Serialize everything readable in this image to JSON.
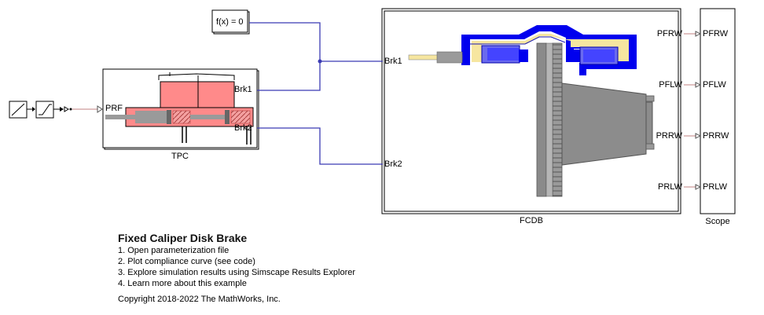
{
  "blocks": {
    "fx": {
      "label": "f(x) = 0"
    },
    "tpc": {
      "name": "TPC",
      "in_port": "PRF",
      "out_ports": [
        "Brk1",
        "Brk2"
      ]
    },
    "fcdb": {
      "name": "FCDB",
      "in_ports": [
        "Brk1",
        "Brk2"
      ]
    },
    "scope": {
      "name": "Scope",
      "ports": [
        "PFRW",
        "PFLW",
        "PRRW",
        "PRLW"
      ]
    },
    "signals": [
      "PFRW",
      "PFLW",
      "PRRW",
      "PRLW"
    ]
  },
  "description": {
    "title": "Fixed Caliper Disk Brake",
    "items": [
      "1. Open parameterization file",
      "2. Plot compliance curve (see code)",
      "3. Explore simulation results using Simscape Results Explorer",
      "4. Learn more about this example"
    ],
    "copyright": "Copyright 2018-2022 The MathWorks, Inc."
  },
  "colors": {
    "physical_line": "#3b3bb3",
    "signal_line": "#c08080",
    "caliper_blue": "#0000ee",
    "pad_yellow": "#f6e6a0",
    "cylinder_pink": "#ff8a8a",
    "rotor_gray": "#8a8a8a"
  }
}
